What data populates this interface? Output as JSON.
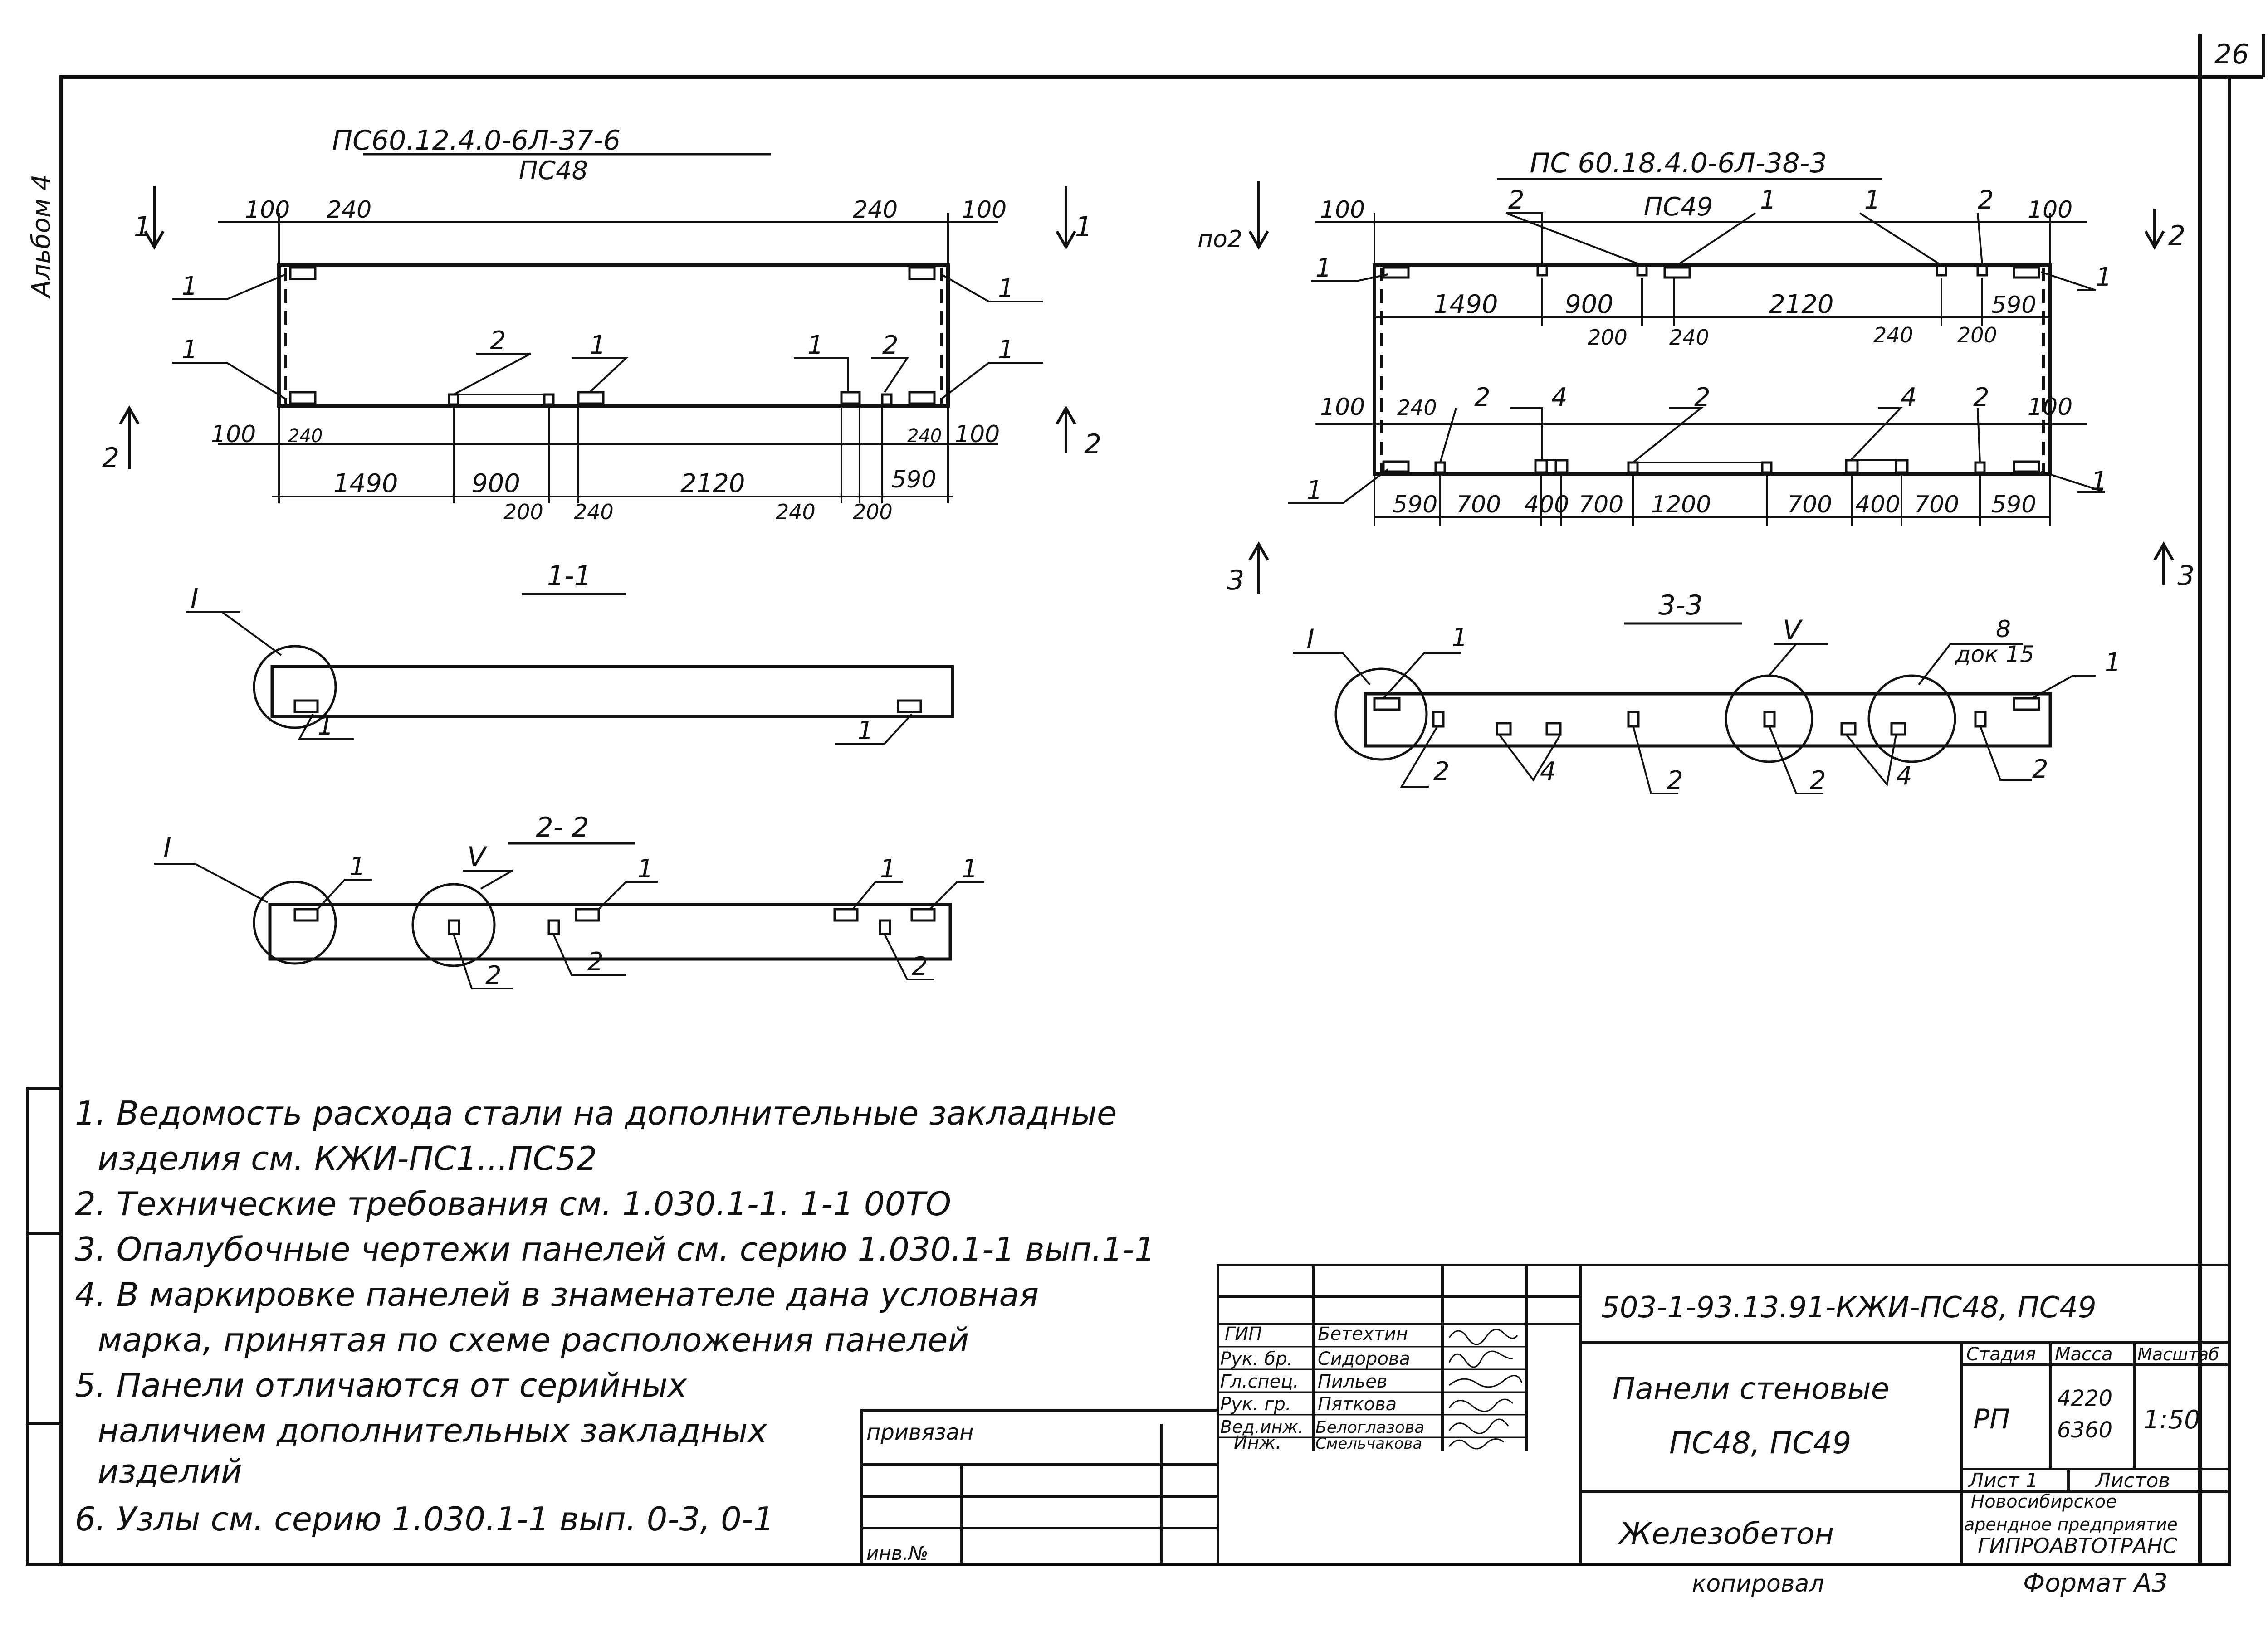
{
  "sheet": {
    "page_number": "26",
    "album": "Альбом 4"
  },
  "view1": {
    "mark": "ПС60.12.4.0-6Л-37-6",
    "alt_mark": "ПС48",
    "section_mark_top": "1",
    "section_mark_left": "2",
    "dims_top": [
      "100",
      "240",
      "240",
      "100"
    ],
    "dims_bottom_small": [
      "100",
      "240",
      "240",
      "100"
    ],
    "dims_main": [
      "1490",
      "900",
      "2120",
      "590"
    ],
    "dims_sub": [
      "200",
      "240",
      "240",
      "200"
    ],
    "callout_1": "1",
    "callout_2": "2"
  },
  "view2": {
    "mark": "ПС 60.18.4.0-6Л-38-3",
    "alt_mark": "ПС49",
    "section_mark_top": "2",
    "section_prefix": "по2",
    "section_mark_left": "3",
    "dims_top": [
      "100",
      "100"
    ],
    "dims_upper_row": [
      "1490",
      "900",
      "2120",
      "590"
    ],
    "dims_upper_sub": [
      "200",
      "240",
      "240",
      "200"
    ],
    "dims_lower_top": [
      "100",
      "240",
      "100"
    ],
    "dims_lower_row": [
      "590",
      "700",
      "400",
      "700",
      "1200",
      "700",
      "400",
      "700",
      "590"
    ],
    "callout_1": "1",
    "callout_2": "2",
    "callout_4": "4"
  },
  "sections": {
    "s11_label": "1-1",
    "s22_label": "2- 2",
    "s33_label": "3-3",
    "node_I": "I",
    "node_V": "V",
    "callout_8": "8",
    "doc_ref": "док 15"
  },
  "notes": [
    "1. Ведомость расхода стали на дополнительные закладные",
    "изделия см. КЖИ-ПС1...ПС52",
    "2. Технические требования см. 1.030.1-1. 1-1 00ТО",
    "3. Опалубочные чертежи панелей см. серию 1.030.1-1 вып.1-1",
    "4. В маркировке панелей в знаменателе дана условная",
    "марка, принятая по схеме расположения панелей",
    "5. Панели отличаются от серийных",
    "наличием дополнительных закладных",
    "изделий",
    "6. Узлы см. серию 1.030.1-1 вып. 0-3, 0-1"
  ],
  "binding": {
    "privyazan": "привязан",
    "inv_no": "инв.№"
  },
  "title_block": {
    "code": "503-1-93.13.91-КЖИ-ПС48, ПС49",
    "roles": [
      "ГИП",
      "Рук. бр.",
      "Гл.спец.",
      "Рук. гр.",
      "Вед.инж.",
      "Инж."
    ],
    "names": [
      "Бетехтин",
      "Сидорова",
      "Пильев",
      "Пяткова",
      "Белоглазова",
      "Смельчакова"
    ],
    "title_line1": "Панели стеновые",
    "title_line2": "ПС48, ПС49",
    "material": "Железобетон",
    "hdr_stage": "Стадия",
    "hdr_mass": "Масса",
    "hdr_scale": "Масштаб",
    "stage": "РП",
    "mass1": "4220",
    "mass2": "6360",
    "scale": "1:50",
    "sheet_label": "Лист 1",
    "sheets_label": "Листов",
    "org1": "Новосибирское",
    "org2": "арендное предприятие",
    "org3": "ГИПРОАВТОТРАНС",
    "copied": "копировал",
    "format": "Формат А3"
  }
}
